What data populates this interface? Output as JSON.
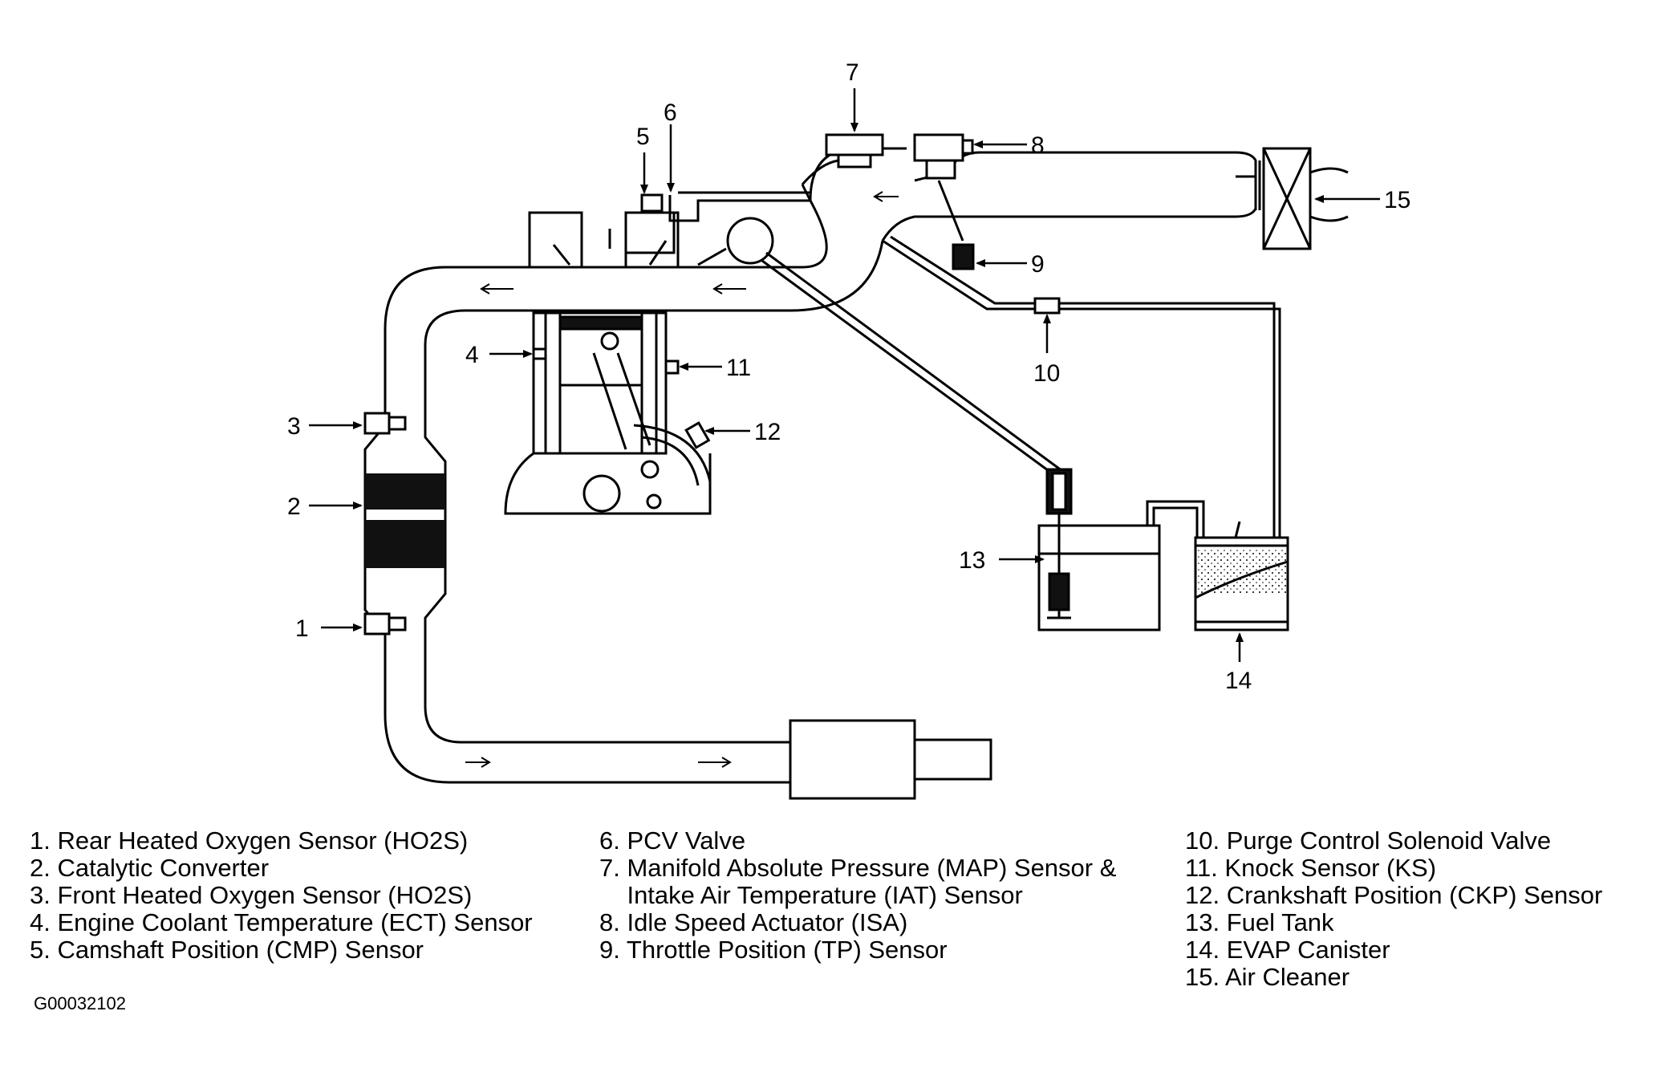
{
  "callouts": [
    "1",
    "2",
    "3",
    "4",
    "5",
    "6",
    "7",
    "8",
    "9",
    "10",
    "11",
    "12",
    "13",
    "14",
    "15"
  ],
  "legend": {
    "col1": [
      "1. Rear Heated Oxygen Sensor (HO2S)",
      "2. Catalytic Converter",
      "3. Front Heated Oxygen Sensor (HO2S)",
      "4. Engine Coolant Temperature (ECT) Sensor",
      "5. Camshaft Position (CMP) Sensor"
    ],
    "col2": [
      "6. PCV Valve",
      "7. Manifold Absolute Pressure (MAP) Sensor &",
      "    Intake Air Temperature (IAT) Sensor",
      "8. Idle Speed Actuator (ISA)",
      "9. Throttle Position (TP) Sensor"
    ],
    "col3": [
      "10. Purge Control Solenoid Valve",
      "11. Knock Sensor (KS)",
      "12. Crankshaft Position (CKP) Sensor",
      "13. Fuel Tank",
      "14. EVAP Canister",
      "15. Air Cleaner"
    ]
  },
  "figure_code": "G00032102"
}
